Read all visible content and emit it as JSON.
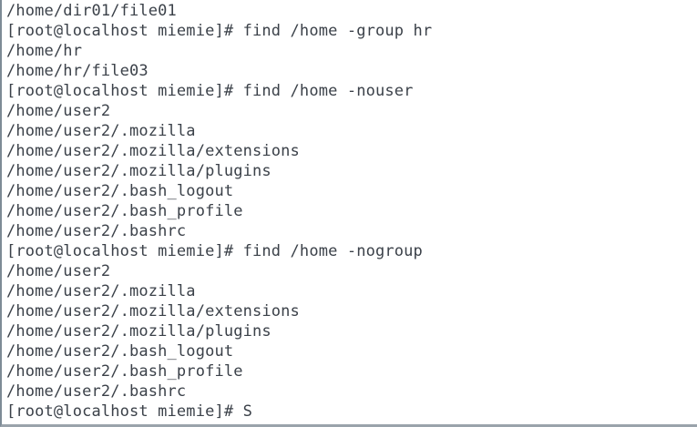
{
  "window": {
    "kind": "terminal-emulator",
    "title": "",
    "background_color": "#ffffff",
    "text_color": "#3b4149",
    "border_left_color": "#7d8b96",
    "border_bottom_color": "#9aa3ab"
  },
  "shell": {
    "prompt": "[root@localhost miemie]#",
    "user": "root",
    "host": "localhost",
    "cwd_label": "miemie",
    "prompt_symbol": "#"
  },
  "commands": [
    "find /home -group hr",
    "find /home -nouser",
    "find /home -nogroup"
  ],
  "current_input": "S",
  "lines": [
    {
      "type": "output",
      "text": "/home/dir01/file01"
    },
    {
      "type": "command",
      "text": "[root@localhost miemie]# find /home -group hr"
    },
    {
      "type": "output",
      "text": "/home/hr"
    },
    {
      "type": "output",
      "text": "/home/hr/file03"
    },
    {
      "type": "command",
      "text": "[root@localhost miemie]# find /home -nouser"
    },
    {
      "type": "output",
      "text": "/home/user2"
    },
    {
      "type": "output",
      "text": "/home/user2/.mozilla"
    },
    {
      "type": "output",
      "text": "/home/user2/.mozilla/extensions"
    },
    {
      "type": "output",
      "text": "/home/user2/.mozilla/plugins"
    },
    {
      "type": "output",
      "text": "/home/user2/.bash_logout"
    },
    {
      "type": "output",
      "text": "/home/user2/.bash_profile"
    },
    {
      "type": "output",
      "text": "/home/user2/.bashrc"
    },
    {
      "type": "command",
      "text": "[root@localhost miemie]# find /home -nogroup"
    },
    {
      "type": "output",
      "text": "/home/user2"
    },
    {
      "type": "output",
      "text": "/home/user2/.mozilla"
    },
    {
      "type": "output",
      "text": "/home/user2/.mozilla/extensions"
    },
    {
      "type": "output",
      "text": "/home/user2/.mozilla/plugins"
    },
    {
      "type": "output",
      "text": "/home/user2/.bash_logout"
    },
    {
      "type": "output",
      "text": "/home/user2/.bash_profile"
    },
    {
      "type": "output",
      "text": "/home/user2/.bashrc"
    },
    {
      "type": "prompt",
      "text": "[root@localhost miemie]# S"
    }
  ]
}
